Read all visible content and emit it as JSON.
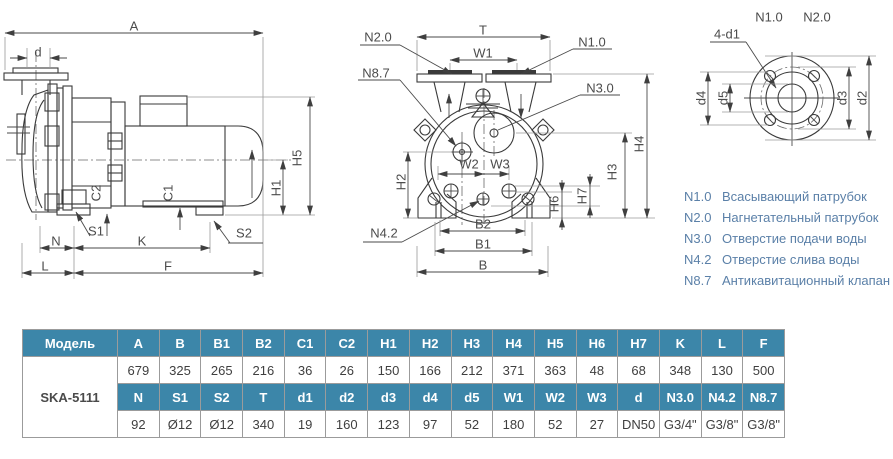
{
  "colors": {
    "table_header_bg": "#3c86a9",
    "table_header_text": "#ffffff",
    "table_border": "#9b9b9b",
    "table_value_text": "#3f3f3f",
    "legend_text": "#5b80a8",
    "drawing_line": "#3a3a3a",
    "dim_label_text": "#4c4c4c"
  },
  "drawings": {
    "side_view": {
      "A": "A",
      "d": "d",
      "C2": "C2",
      "C1": "C1",
      "S1": "S1",
      "S2": "S2",
      "N": "N",
      "K": "K",
      "L": "L",
      "F": "F",
      "H1": "H1",
      "H5": "H5"
    },
    "front_view": {
      "T": "T",
      "W1": "W1",
      "N2_0": "N2.0",
      "N1_0": "N1.0",
      "N8_7": "N8.7",
      "N3_0": "N3.0",
      "H2": "H2",
      "W2": "W2",
      "W3": "W3",
      "N4_2": "N4.2",
      "B2": "B2",
      "B1": "B1",
      "B": "B",
      "H6": "H6",
      "H7": "H7",
      "H3": "H3",
      "H4": "H4"
    },
    "flange_view": {
      "N1_0": "N1.0",
      "N2_0": "N2.0",
      "holes": "4-d1",
      "d4": "d4",
      "d5": "d5",
      "d3": "d3",
      "d2": "d2"
    }
  },
  "legend": {
    "items": [
      {
        "code": "N1.0",
        "label": "Всасывающий патрубок"
      },
      {
        "code": "N2.0",
        "label": "Нагнетательный патрубок"
      },
      {
        "code": "N3.0",
        "label": "Отверстие подачи воды"
      },
      {
        "code": "N4.2",
        "label": "Отверстие слива воды"
      },
      {
        "code": "N8.7",
        "label": "Антикавитационный клапан"
      }
    ]
  },
  "table": {
    "model_header": "Модель",
    "model": "SKA-5111",
    "header_row_1": [
      "A",
      "B",
      "B1",
      "B2",
      "C1",
      "C2",
      "H1",
      "H2",
      "H3",
      "H4",
      "H5",
      "H6",
      "H7",
      "K",
      "L",
      "F"
    ],
    "value_row_1": [
      "679",
      "325",
      "265",
      "216",
      "36",
      "26",
      "150",
      "166",
      "212",
      "371",
      "363",
      "48",
      "68",
      "348",
      "130",
      "500"
    ],
    "header_row_2": [
      "N",
      "S1",
      "S2",
      "T",
      "d1",
      "d2",
      "d3",
      "d4",
      "d5",
      "W1",
      "W2",
      "W3",
      "d",
      "N3.0",
      "N4.2",
      "N8.7"
    ],
    "value_row_2": [
      "92",
      "Ø12",
      "Ø12",
      "340",
      "19",
      "160",
      "123",
      "97",
      "52",
      "180",
      "52",
      "27",
      "DN50",
      "G3/4\"",
      "G3/8\"",
      "G3/8\""
    ]
  }
}
